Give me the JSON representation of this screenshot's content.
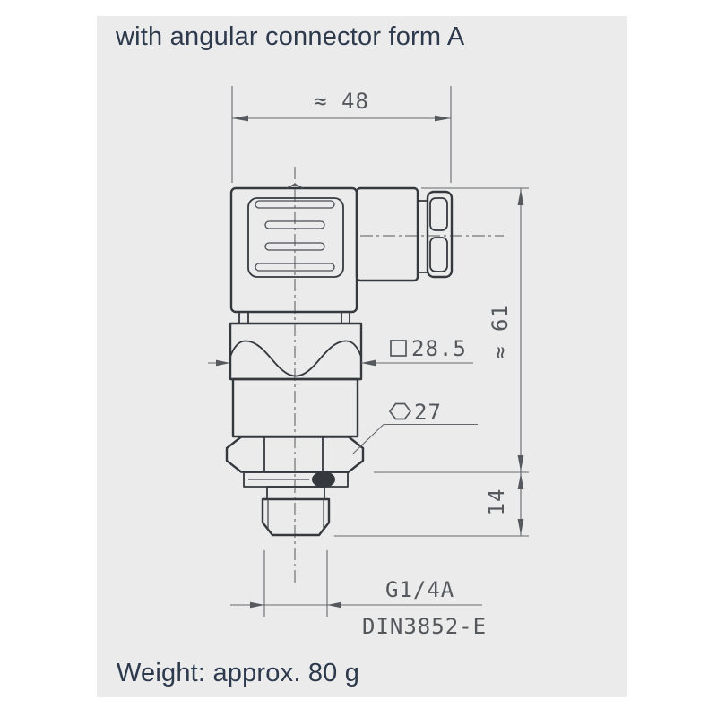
{
  "page": {
    "title": "with angular connector form A",
    "weight_note": "Weight: approx. 80 g"
  },
  "diagram": {
    "type": "technical-dimension-drawing",
    "subject": "pressure transmitter with angular connector form A, side view",
    "dimensions": {
      "overall_width": "≈ 48",
      "overall_height": "≈ 61",
      "thread_length": "14",
      "body_square": "28.5",
      "hex_size": "27",
      "thread_type": "G1/4A",
      "thread_standard": "DIN3852-E"
    },
    "icons": {
      "square_symbol": "□",
      "hexagon_symbol": "⬡"
    },
    "colors": {
      "page_background": "#ffffff",
      "panel_background": "#ebebeb",
      "drawing_line": "#35393e",
      "dimension_line": "#64686d",
      "dimension_text": "#54585c",
      "heading_text": "#2d3a4d"
    }
  }
}
